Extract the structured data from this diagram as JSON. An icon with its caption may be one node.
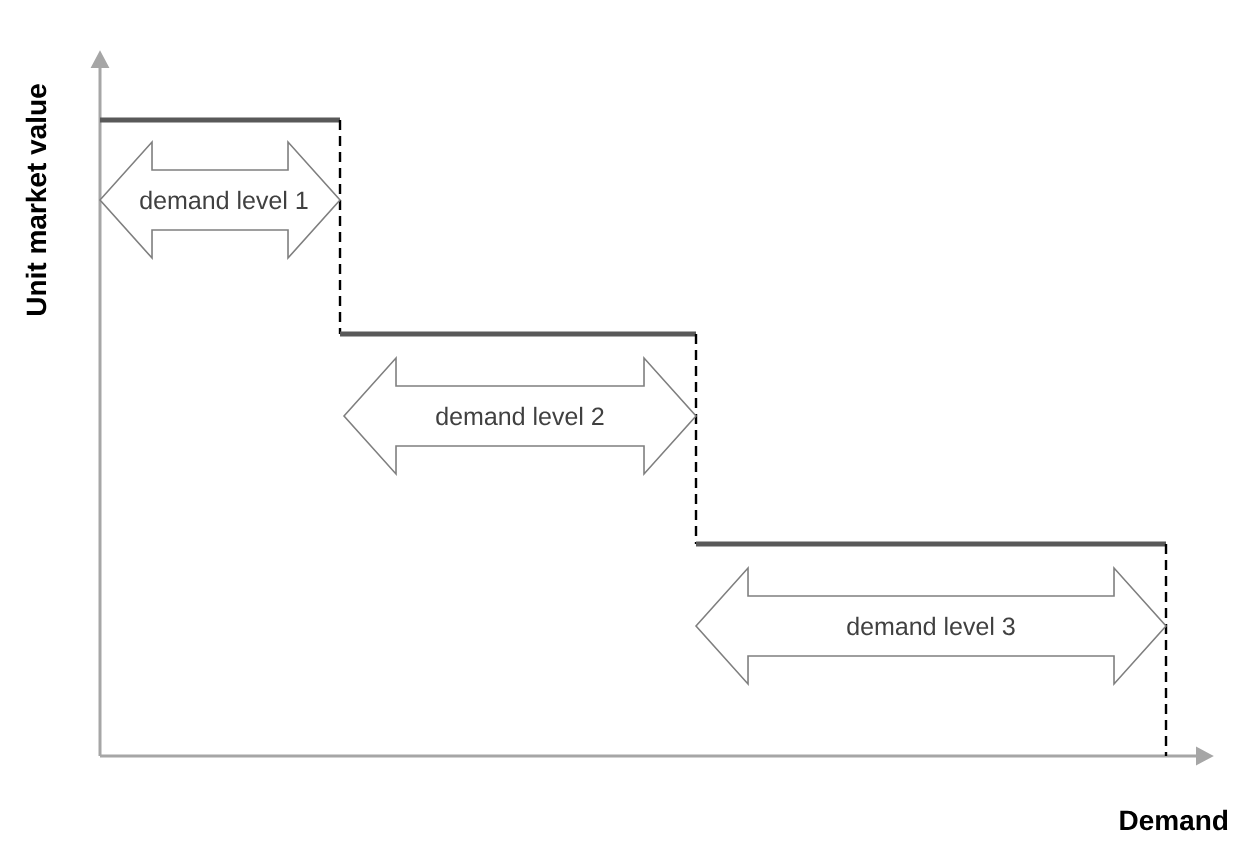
{
  "diagram": {
    "nodes": [
      {
        "text": [
          "demand level 1"
        ]
      },
      {
        "text": [
          "demand level 2"
        ]
      },
      {
        "text": [
          "demand level 3"
        ]
      }
    ],
    "labels": [
      "Unit market value",
      "Demand"
    ]
  }
}
